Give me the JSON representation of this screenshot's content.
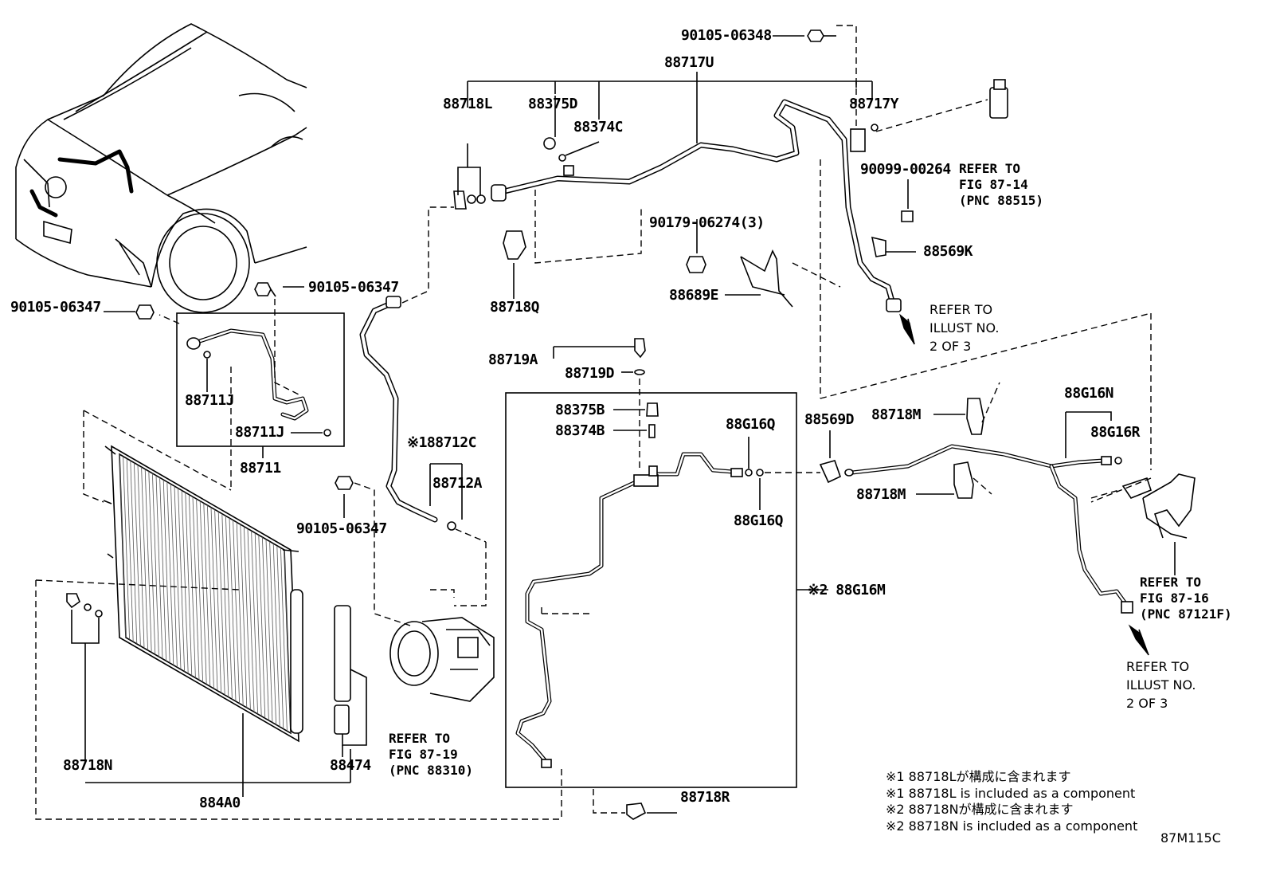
{
  "labels": {
    "p90105_06348": "90105-06348",
    "p88717U": "88717U",
    "p88718L": "88718L",
    "p88375D": "88375D",
    "p88374C": "88374C",
    "p88717Y": "88717Y",
    "p90099_00264": "90099-00264",
    "p90179_06274": "90179-06274(3)",
    "p88569K": "88569K",
    "p88689E": "88689E",
    "p88718Q": "88718Q",
    "p90105_06347_a": "90105-06347",
    "p90105_06347_b": "90105-06347",
    "p88711J_a": "88711J",
    "p88711J_b": "88711J",
    "p88711": "88711",
    "p88719A": "88719A",
    "p88719D": "88719D",
    "p88375B": "88375B",
    "p88374B": "88374B",
    "p88G16Q_a": "88G16Q",
    "p88G16Q_b": "88G16Q",
    "p88569D": "88569D",
    "p88718M_a": "88718M",
    "p88718M_b": "88718M",
    "p88G16N": "88G16N",
    "p88G16R": "88G16R",
    "p88712C": "※188712C",
    "p88712A": "88712A",
    "p90105_06347_c": "90105-06347",
    "p88G16M": "※2 88G16M",
    "p88718N": "88718N",
    "p88474": "88474",
    "p884A0": "884A0",
    "p88718R": "88718R"
  },
  "refers": {
    "fig_87_14": "REFER TO\nFIG 87-14\n(PNC 88515)",
    "illust_top": "REFER TO\nILLUST NO.\n2 OF 3",
    "fig_87_19": "REFER TO\nFIG 87-19\n(PNC 88310)",
    "fig_87_16": "REFER TO\nFIG 87-16\n(PNC 87121F)",
    "illust_bottom": "REFER TO\nILLUST NO.\n2 OF 3"
  },
  "notes": [
    "※1 88718Lが構成に含まれます",
    "※1 88718L is included as a component",
    "※2 88718Nが構成に含まれます",
    "※2 88718N is included as a component"
  ],
  "figure_code": "87M115C"
}
